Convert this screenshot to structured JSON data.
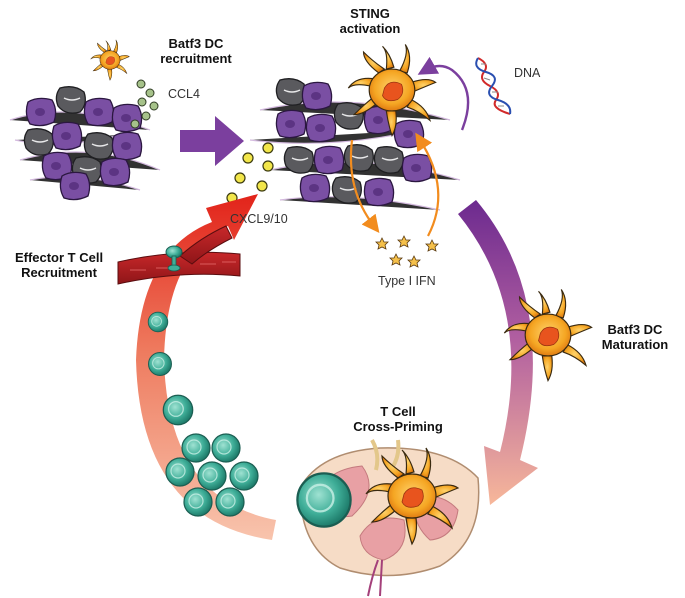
{
  "labels": {
    "batf3_recruitment": "Batf3 DC\nrecruitment",
    "ccl4": "CCL4",
    "sting_activation": "STING\nactivation",
    "dna": "DNA",
    "cxcl": "CXCL9/10",
    "type1_ifn": "Type I IFN",
    "effector": "Effector T Cell\nRecruitment",
    "batf3_maturation": "Batf3 DC\nMaturation",
    "cross_priming": "T Cell\nCross-Priming"
  },
  "colors": {
    "tumor_purple": "#7a4fa3",
    "tumor_gray": "#5a5a5e",
    "dc_orange": "#f5a623",
    "dc_core": "#e8541e",
    "tcell_teal": "#3fae98",
    "arrow_purple": "#7b3f9e",
    "arrow_red": "#e8352a",
    "arrow_salmon": "#f4a488",
    "chemokine_green": "#a6c28a",
    "chemokine_yellow": "#f2e64a"
  },
  "icons": [
    "tumor-cluster-icon",
    "dendritic-cell-icon",
    "dna-helix-icon",
    "t-cell-icon",
    "blood-vessel-icon",
    "lymph-node-icon"
  ]
}
